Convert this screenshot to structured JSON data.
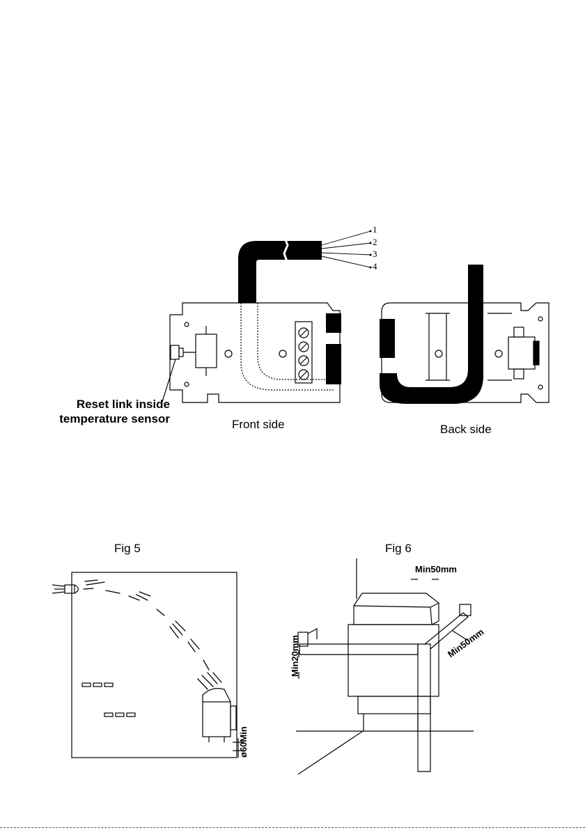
{
  "sensor_figure": {
    "wire_numbers": [
      "1",
      "2",
      "3",
      "4"
    ],
    "reset_label_line1": "Reset link inside",
    "reset_label_line2": "temperature sensor",
    "front_label": "Front side",
    "back_label": "Back side"
  },
  "fig5": {
    "title": "Fig 5",
    "dimension": "ø60Min"
  },
  "fig6": {
    "title": "Fig 6",
    "dim_top": "Min50mm",
    "dim_right": "Min50mm",
    "dim_left": "Min20mm"
  }
}
